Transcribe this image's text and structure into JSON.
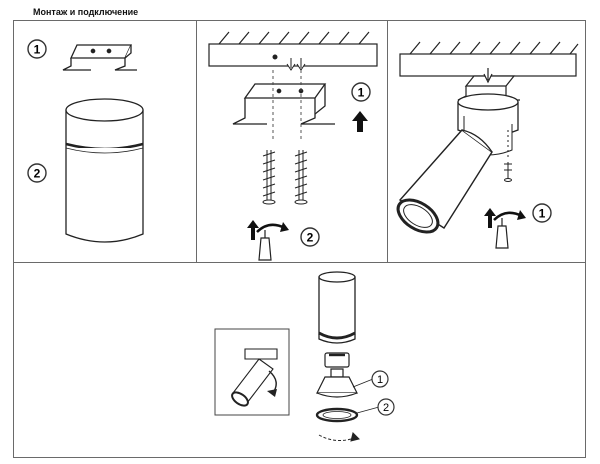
{
  "header": {
    "title": "Монтаж и подключение"
  },
  "panel1": {
    "step_bracket": "1",
    "step_body": "2"
  },
  "panel2": {
    "step_lift": "1",
    "step_screw": "2"
  },
  "panel3": {
    "step_screw": "1"
  },
  "panel4": {
    "step_lamp": "1",
    "step_ring": "2"
  }
}
